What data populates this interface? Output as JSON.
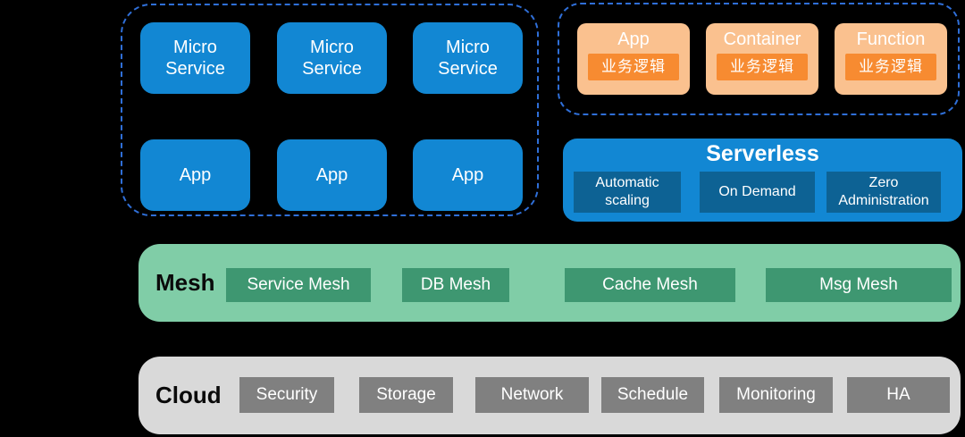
{
  "colors": {
    "background": "#000000",
    "box_blue": "#1287d3",
    "box_blue_dark": "#0d6294",
    "cluster_border": "#2f6fd8",
    "orange_light": "#fac18f",
    "orange_dark": "#f78b31",
    "green_light": "#80cda7",
    "green_dark": "#3e9771",
    "gray_light": "#d9d9d9",
    "gray_dark": "#808080",
    "text_on_dark": "#ffffff",
    "text_dark": "#0a0a0a"
  },
  "left_cluster": {
    "micro_services": [
      "Micro Service",
      "Micro Service",
      "Micro Service"
    ],
    "apps": [
      "App",
      "App",
      "App"
    ]
  },
  "right_cluster": {
    "cards": [
      {
        "title": "App",
        "body": "业务逻辑"
      },
      {
        "title": "Container",
        "body": "业务逻辑"
      },
      {
        "title": "Function",
        "body": "业务逻辑"
      }
    ]
  },
  "serverless": {
    "title": "Serverless",
    "features": [
      "Automatic scaling",
      "On Demand",
      "Zero Administration"
    ]
  },
  "mesh": {
    "title": "Mesh",
    "items": [
      "Service Mesh",
      "DB Mesh",
      "Cache Mesh",
      "Msg Mesh"
    ]
  },
  "cloud": {
    "title": "Cloud",
    "items": [
      "Security",
      "Storage",
      "Network",
      "Schedule",
      "Monitoring",
      "HA"
    ]
  }
}
